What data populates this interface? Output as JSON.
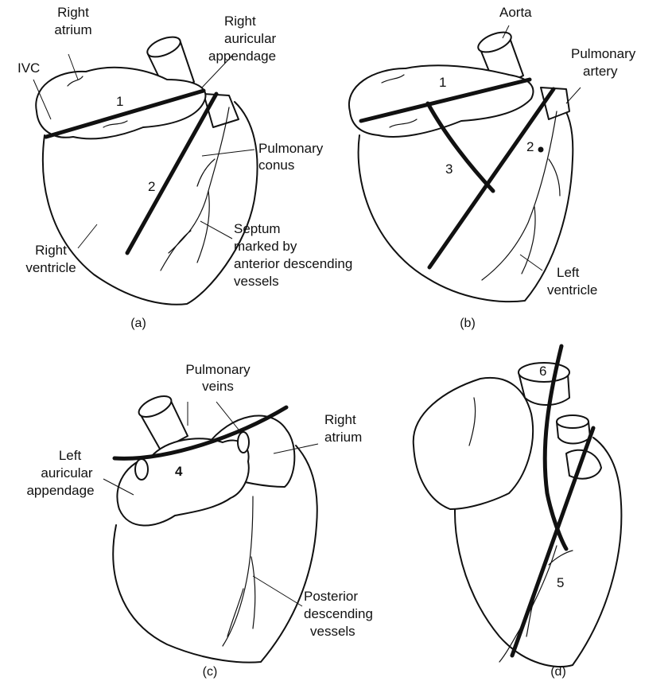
{
  "panel_a": {
    "caption": "(a)",
    "labels": {
      "right_atrium_1": "Right",
      "right_atrium_2": "atrium",
      "ivc": "IVC",
      "right_auricular_1": "Right",
      "right_auricular_2": "auricular",
      "right_auricular_3": "appendage",
      "pulmonary_conus_1": "Pulmonary",
      "pulmonary_conus_2": "conus",
      "right_ventricle_1": "Right",
      "right_ventricle_2": "ventricle",
      "septum_1": "Septum",
      "septum_2": "marked by",
      "septum_3": "anterior descending",
      "septum_4": "vessels"
    },
    "cut_numbers": {
      "cut1": "1",
      "cut2": "2"
    }
  },
  "panel_b": {
    "caption": "(b)",
    "labels": {
      "aorta": "Aorta",
      "pulmonary_artery_1": "Pulmonary",
      "pulmonary_artery_2": "artery",
      "left_ventricle_1": "Left",
      "left_ventricle_2": "ventricle"
    },
    "cut_numbers": {
      "cut1": "1",
      "cut2": "2",
      "cut3": "3"
    }
  },
  "panel_c": {
    "caption": "(c)",
    "labels": {
      "pulmonary_veins_1": "Pulmonary",
      "pulmonary_veins_2": "veins",
      "right_atrium_1": "Right",
      "right_atrium_2": "atrium",
      "left_auricular_1": "Left",
      "left_auricular_2": "auricular",
      "left_auricular_3": "appendage",
      "posterior_1": "Posterior",
      "posterior_2": "descending",
      "posterior_3": "vessels"
    },
    "cut_numbers": {
      "cut4": "4"
    }
  },
  "panel_d": {
    "caption": "(d)",
    "cut_numbers": {
      "cut5": "5",
      "cut6": "6"
    }
  }
}
